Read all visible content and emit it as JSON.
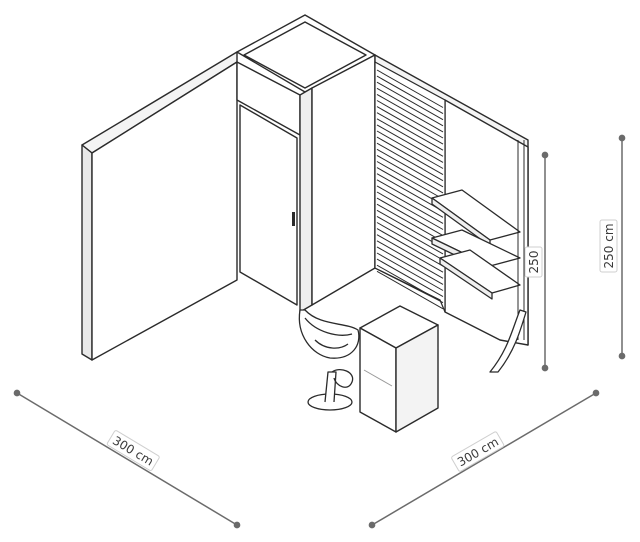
{
  "dimensions": {
    "width_left": "300 cm",
    "width_right": "300 cm",
    "height_outer": "250 cm",
    "height_inner": "250"
  },
  "colors": {
    "line": "#2b2b2b",
    "dimension": "#6b6b6b",
    "panel_edge": "#f2f2f2"
  }
}
